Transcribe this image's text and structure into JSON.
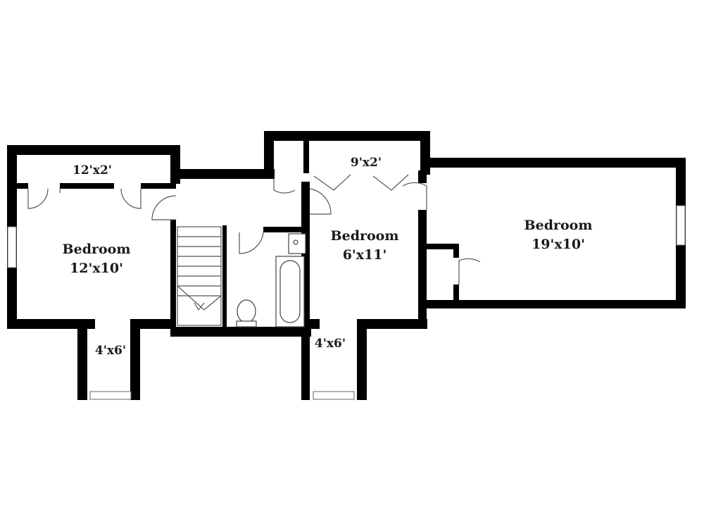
{
  "rooms": [
    {
      "name": "Bedroom",
      "size": "12'x10'"
    },
    {
      "name": "Bedroom",
      "size": "6'x11'"
    },
    {
      "name": "Bedroom",
      "size": "19'x10'"
    }
  ],
  "closets": [
    {
      "size": "12'x2'"
    },
    {
      "size": "9'x2'"
    },
    {
      "size": "4'x6'"
    },
    {
      "size": "4'x6'"
    }
  ]
}
